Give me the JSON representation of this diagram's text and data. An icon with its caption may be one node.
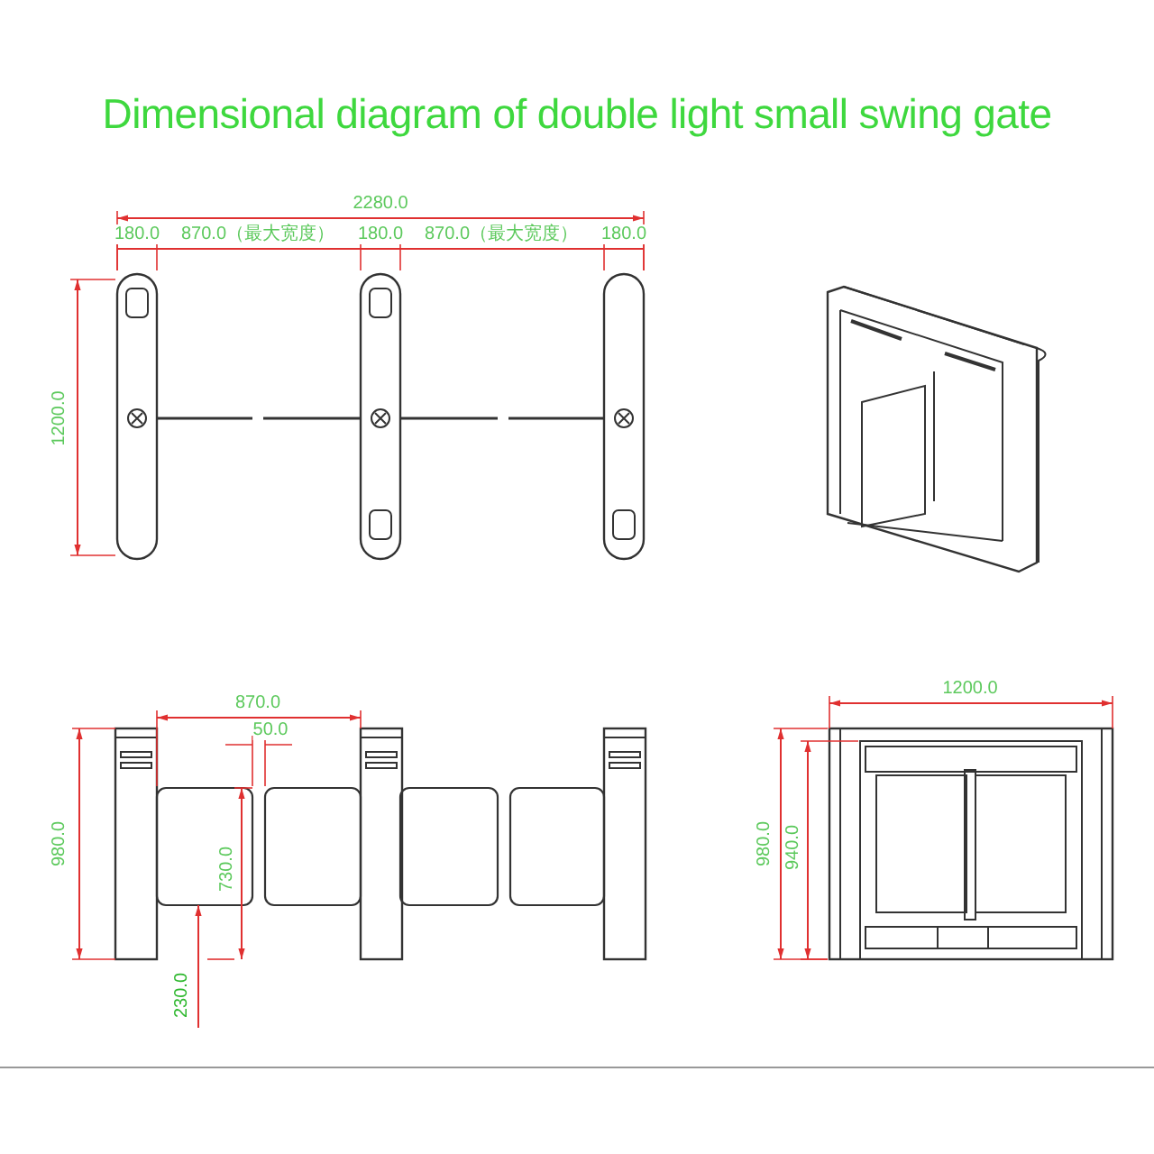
{
  "diagram": {
    "title": "Dimensional diagram of double light small swing gate",
    "labels": [
      "2280.0",
      "180.0",
      "870.0（最大宽度）",
      "180.0",
      "870.0（最大宽度）",
      "180.0",
      "1200.0",
      "870.0",
      "50.0",
      "980.0",
      "730.0",
      "230.0",
      "1200.0",
      "980.0",
      "940.0"
    ]
  }
}
